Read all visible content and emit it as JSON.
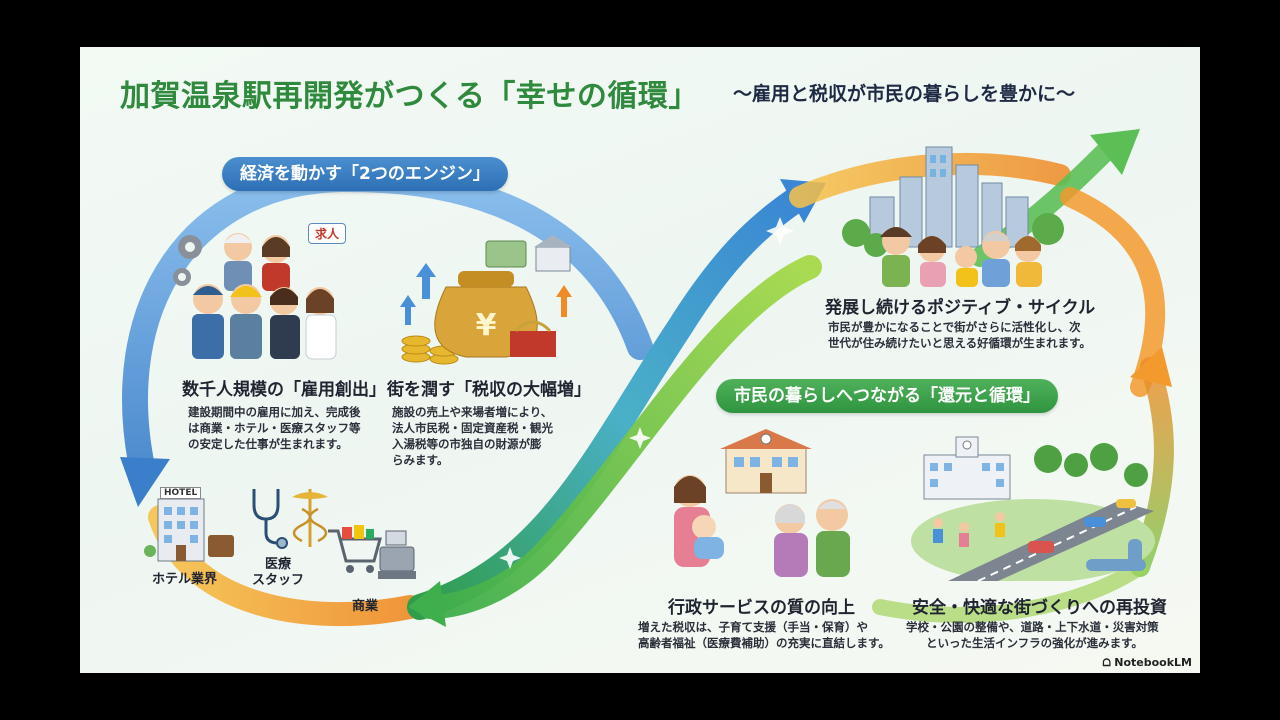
{
  "title": {
    "main": "加賀温泉駅再開発がつくる「幸せの循環」",
    "sub": "〜雇用と税収が市民の暮らしを豊かに〜"
  },
  "engines": {
    "badge": "経済を動かす「2つのエンジン」",
    "job_sign": "求人",
    "jobs": {
      "heading": "数千人規模の「雇用創出」",
      "lines": [
        "建設期間中の雇用に加え、完成後",
        "は商業・ホテル・医療スタッフ等",
        "の安定した仕事が生まれます。"
      ]
    },
    "tax": {
      "heading": "街を潤す「税収の大幅増」",
      "lines": [
        "施設の売上や来場者増により、",
        "法人市民税・固定資産税・観光",
        "入湯税等の市独自の財源が膨",
        "らみます。"
      ]
    },
    "sectors": {
      "hotel": "ホテル業界",
      "hotel_sign": "HOTEL",
      "medical_line1": "医療",
      "medical_line2": "スタッフ",
      "commerce": "商業"
    }
  },
  "cycle": {
    "heading": "発展し続けるポジティブ・サイクル",
    "lines": [
      "市民が豊かになることで街がさらに活性化し、次",
      "世代が住み続けたいと思える好循環が生まれます。"
    ]
  },
  "return": {
    "badge": "市民の暮らしへつながる「還元と循環」",
    "services": {
      "heading": "行政サービスの質の向上",
      "lines": [
        "増えた税収は、子育て支援（手当・保育）や",
        "高齢者福祉（医療費補助）の充実に直結します。"
      ]
    },
    "town": {
      "heading": "安全・快適な街づくりへの再投資",
      "lines": [
        "学校・公園の整備や、道路・上下水道・災害対策",
        "といった生活インフラの強化が進みます。"
      ]
    }
  },
  "footer": {
    "brand": "NotebookLM"
  },
  "colors": {
    "title_green": "#2f8a3e",
    "badge_blue": "#2d6fb4",
    "badge_green": "#2f9440",
    "arrow_orange": "#f29a2e"
  },
  "icons": [
    "gear-icon",
    "stethoscope-icon",
    "caduceus-icon",
    "yen-bag-icon",
    "coin-stack-icon",
    "wallet-icon",
    "cash-register-icon",
    "sparkle-icon"
  ]
}
